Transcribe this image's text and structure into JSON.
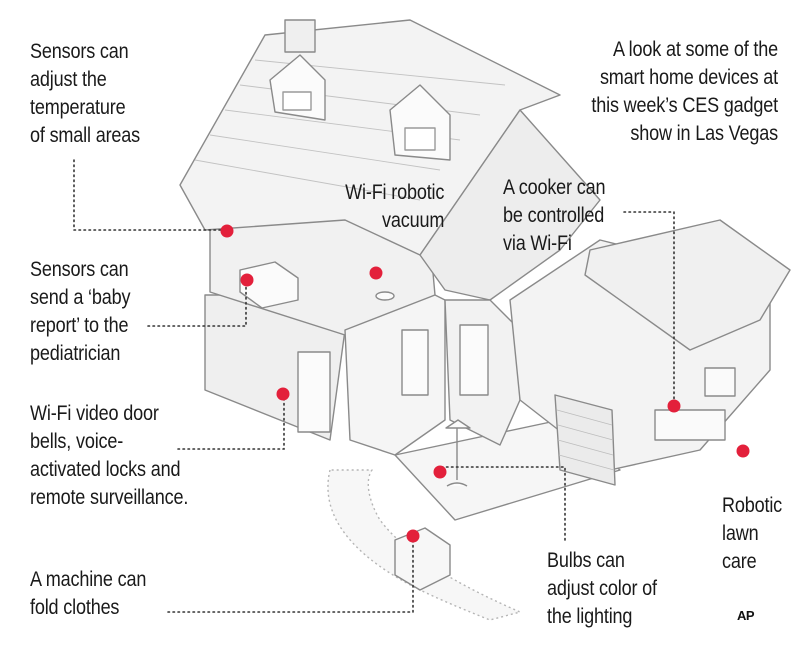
{
  "title": [
    "A look at some of the",
    "smart home devices at",
    "this week’s CES gadget",
    "show in Las Vegas"
  ],
  "credit": "AP",
  "colors": {
    "marker": "#e3203b",
    "leader": "#333333",
    "line": "#8a8a8a",
    "fill": "#f4f4f4"
  },
  "callouts": [
    {
      "id": "temperature",
      "lines": [
        "Sensors can",
        "adjust the",
        "temperature",
        "of small areas"
      ]
    },
    {
      "id": "vacuum",
      "lines": [
        "Wi-Fi robotic",
        "vacuum"
      ]
    },
    {
      "id": "cooker",
      "lines": [
        "A cooker can",
        "be controlled",
        "via Wi-Fi"
      ]
    },
    {
      "id": "baby",
      "lines": [
        "Sensors can",
        "send a ‘baby",
        "report’ to the",
        "pediatrician"
      ]
    },
    {
      "id": "doorbell",
      "lines": [
        "Wi-Fi video door",
        "bells, voice-",
        "activated locks and",
        "remote surveillance."
      ]
    },
    {
      "id": "lawn",
      "lines": [
        "Robotic",
        "lawn",
        "care"
      ]
    },
    {
      "id": "laundry",
      "lines": [
        "A machine can",
        "fold clothes"
      ]
    },
    {
      "id": "bulbs",
      "lines": [
        "Bulbs can",
        "adjust color of",
        "the lighting"
      ]
    }
  ]
}
